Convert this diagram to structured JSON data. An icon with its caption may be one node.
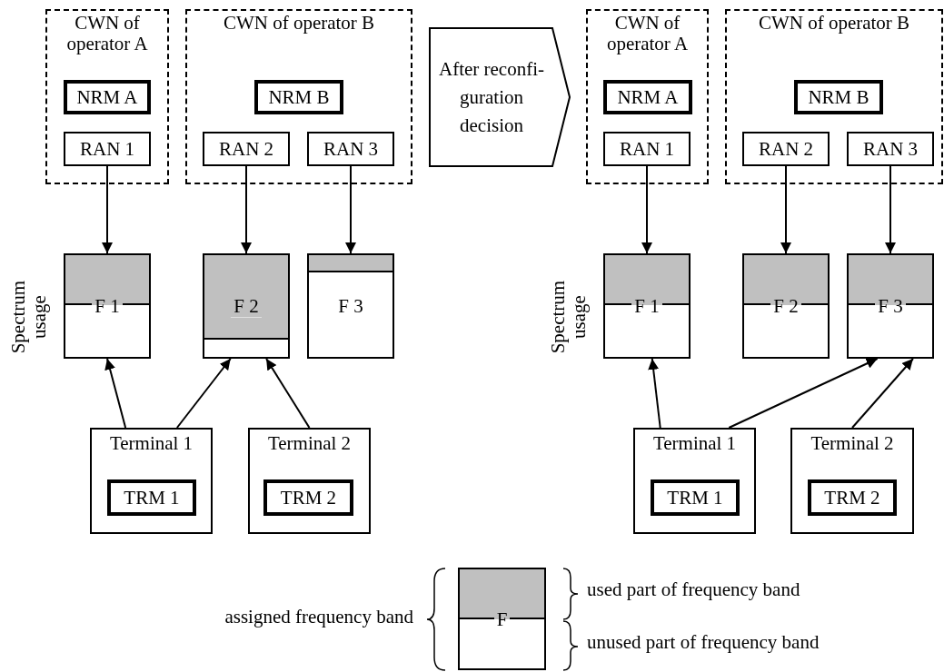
{
  "diagram": {
    "nodes": [
      {
        "text": [
          "CWN of operator A"
        ]
      },
      {
        "text": [
          "NRM A"
        ],
        "in": 0
      },
      {
        "text": [
          "RAN 1"
        ],
        "in": 0
      },
      {
        "text": [
          "CWN of operator B"
        ]
      },
      {
        "text": [
          "NRM B"
        ],
        "in": 3
      },
      {
        "text": [
          "RAN 2"
        ],
        "in": 3
      },
      {
        "text": [
          "RAN 3"
        ],
        "in": 3
      },
      {
        "text": [
          "After reconfi- guration decision"
        ]
      },
      {
        "text": [
          "CWN of operator A"
        ]
      },
      {
        "text": [
          "NRM A"
        ],
        "in": 8
      },
      {
        "text": [
          "RAN 1"
        ],
        "in": 8
      },
      {
        "text": [
          "CWN of operator B"
        ]
      },
      {
        "text": [
          "NRM B"
        ],
        "in": 11
      },
      {
        "text": [
          "RAN 2"
        ],
        "in": 11
      },
      {
        "text": [
          "RAN 3"
        ],
        "in": 11
      },
      {
        "text": [
          "F 1"
        ],
        "beside": [
          "Spectrum usage"
        ]
      },
      {
        "text": [
          "F 2"
        ]
      },
      {
        "text": [
          "F 3"
        ]
      },
      {
        "text": [
          "F 1"
        ],
        "beside": [
          "Spectrum usage"
        ]
      },
      {
        "text": [
          "F 2"
        ]
      },
      {
        "text": [
          "F 3"
        ]
      },
      {
        "text": [
          "Terminal 1"
        ]
      },
      {
        "text": [
          "TRM 1"
        ],
        "in": 21
      },
      {
        "text": [
          "Terminal 2"
        ]
      },
      {
        "text": [
          "TRM 2"
        ],
        "in": 23
      },
      {
        "text": [
          "Terminal 1"
        ]
      },
      {
        "text": [
          "TRM 1"
        ],
        "in": 25
      },
      {
        "text": [
          "Terminal 2"
        ]
      },
      {
        "text": [
          "TRM 2"
        ],
        "in": 27
      },
      {
        "text": [
          "F"
        ],
        "beside": [
          "assigned frequency band",
          "used part of frequency band",
          "unused part of frequency band"
        ]
      }
    ],
    "edges": [
      {
        "from": 2,
        "to": 15,
        "arrow": "to"
      },
      {
        "from": 5,
        "to": 16,
        "arrow": "to"
      },
      {
        "from": 6,
        "to": 17,
        "arrow": "to"
      },
      {
        "from": 10,
        "to": 18,
        "arrow": "to"
      },
      {
        "from": 13,
        "to": 19,
        "arrow": "to"
      },
      {
        "from": 14,
        "to": 20,
        "arrow": "to"
      },
      {
        "from": 21,
        "to": 15,
        "arrow": "to"
      },
      {
        "from": 21,
        "to": 16,
        "arrow": "to"
      },
      {
        "from": 23,
        "to": 16,
        "arrow": "to"
      },
      {
        "from": 25,
        "to": 18,
        "arrow": "to"
      },
      {
        "from": 25,
        "to": 20,
        "arrow": "to"
      },
      {
        "from": 27,
        "to": 20,
        "arrow": "to"
      }
    ]
  }
}
